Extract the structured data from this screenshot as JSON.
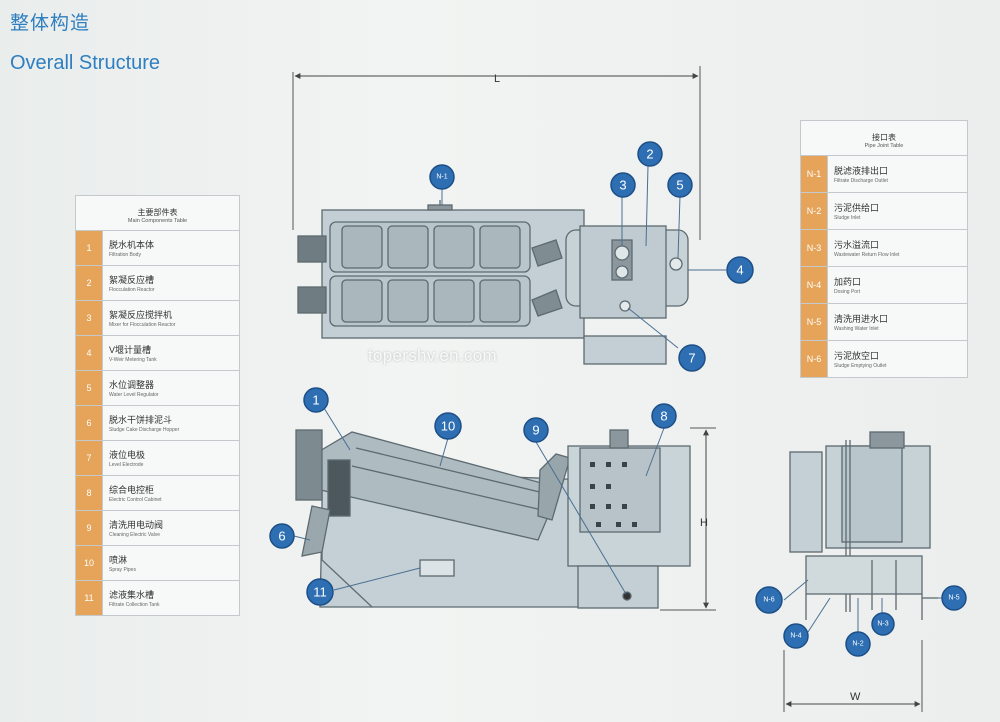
{
  "header": {
    "title_cn": "整体构造",
    "title_en": "Overall Structure"
  },
  "footer_cut_text": "",
  "watermark": "topershv.en.com",
  "components_table": {
    "title_cn": "主要部件表",
    "title_en": "Main Components Table",
    "rows": [
      {
        "code": "1",
        "cn": "脱水机本体",
        "en": "Filtration Body"
      },
      {
        "code": "2",
        "cn": "絮凝反应槽",
        "en": "Flocculation Reactor"
      },
      {
        "code": "3",
        "cn": "絮凝反应搅拌机",
        "en": "Mixer for Flocculation Reactor"
      },
      {
        "code": "4",
        "cn": "V堰计量槽",
        "en": "V-Weir Metering Tank"
      },
      {
        "code": "5",
        "cn": "水位调整器",
        "en": "Water Level Regulator"
      },
      {
        "code": "6",
        "cn": "脱水干饼排泥斗",
        "en": "Sludge Cake Discharge Hopper"
      },
      {
        "code": "7",
        "cn": "液位电极",
        "en": "Level Electrode"
      },
      {
        "code": "8",
        "cn": "综合电控柜",
        "en": "Electric Control Cabinet"
      },
      {
        "code": "9",
        "cn": "清洗用电动阀",
        "en": "Cleaning Electric Valve"
      },
      {
        "code": "10",
        "cn": "喷淋",
        "en": "Spray Pipes"
      },
      {
        "code": "11",
        "cn": "滤液集水槽",
        "en": "Filtrate Collection Tank"
      }
    ]
  },
  "pipes_table": {
    "title_cn": "接口表",
    "title_en": "Pipe Joint Table",
    "rows": [
      {
        "code": "N-1",
        "cn": "脱滤液排出口",
        "en": "Filtrate Discharge Outlet"
      },
      {
        "code": "N-2",
        "cn": "污泥供给口",
        "en": "Sludge Inlet"
      },
      {
        "code": "N-3",
        "cn": "污水溢流口",
        "en": "Wastewater Return Flow Inlet"
      },
      {
        "code": "N-4",
        "cn": "加药口",
        "en": "Dosing Port"
      },
      {
        "code": "N-5",
        "cn": "清洗用进水口",
        "en": "Washing Water Inlet"
      },
      {
        "code": "N-6",
        "cn": "污泥放空口",
        "en": "Sludge Emptying Outlet"
      }
    ]
  },
  "callouts": [
    "N-1",
    "2",
    "3",
    "5",
    "4",
    "7",
    "1",
    "10",
    "9",
    "8",
    "6",
    "11",
    "N-6",
    "N-4",
    "N-2",
    "N-3",
    "N-5"
  ],
  "dimensions": {
    "length": "L",
    "height": "H",
    "width": "W"
  },
  "colors": {
    "accent_blue": "#2f7fc0",
    "callout_fill": "#2e6fb3",
    "code_cell": "#e5a45a",
    "machine_fill": "#b9c6cc",
    "machine_line": "#5d6a70"
  }
}
